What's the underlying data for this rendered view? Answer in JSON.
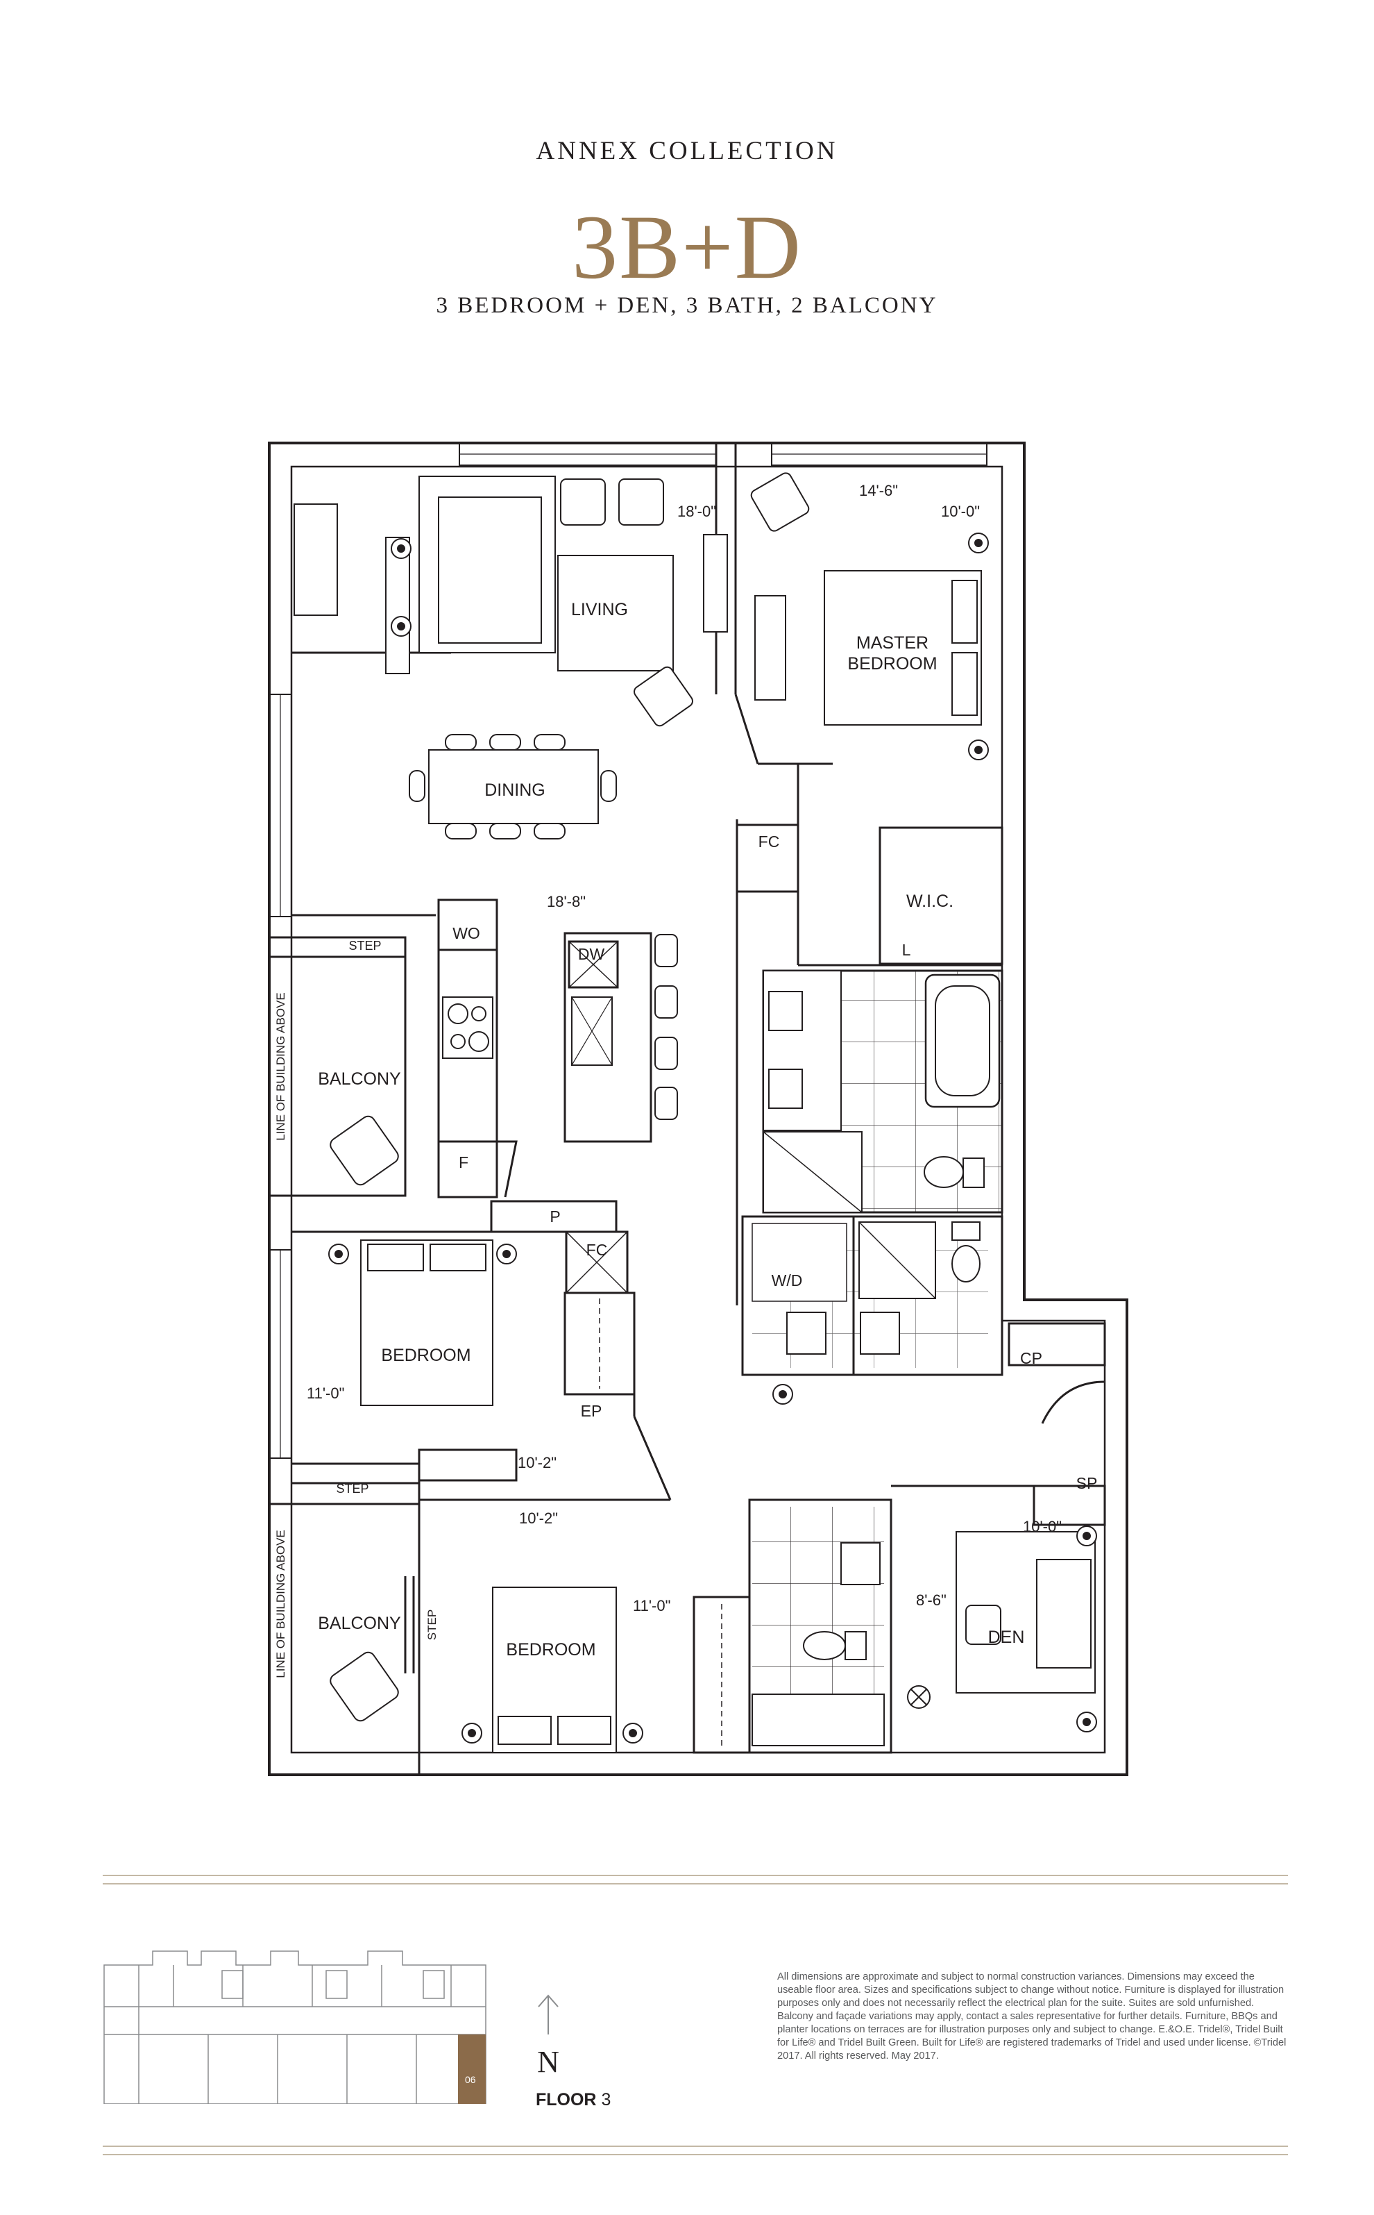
{
  "header": {
    "collection": "ANNEX COLLECTION",
    "unit_code": "3B+D",
    "description": "3 BEDROOM + DEN, 3 BATH, 2 BALCONY"
  },
  "rooms": {
    "living": "LIVING",
    "master_line1": "MASTER",
    "master_line2": "BEDROOM",
    "dining": "DINING",
    "wic": "W.I.C.",
    "balcony_upper": "BALCONY",
    "balcony_lower": "BALCONY",
    "bedroom_mid": "BEDROOM",
    "bedroom_lower": "BEDROOM",
    "den": "DEN"
  },
  "labels": {
    "fc_top": "FC",
    "fc_mid": "FC",
    "wo": "WO",
    "dw": "DW",
    "f": "F",
    "p": "P",
    "l": "L",
    "wd": "W/D",
    "ep": "EP",
    "cp": "CP",
    "sp": "SP",
    "step_upper": "STEP",
    "step_lower": "STEP",
    "step_vertical": "STEP",
    "line_building_upper": "LINE OF BUILDING ABOVE",
    "line_building_lower": "LINE OF BUILDING ABOVE"
  },
  "dimensions": {
    "living_width": "18'-0\"",
    "master_width": "14'-6\"",
    "master_depth": "10'-0\"",
    "kitchen": "18'-8\"",
    "bedroom_mid_depth": "11'-0\"",
    "bedroom_mid_width": "10'-2\"",
    "bedroom_lower_width": "10'-2\"",
    "bedroom_lower_depth": "11'-0\"",
    "den_width": "8'-6\"",
    "den_depth": "10'-0\""
  },
  "key_plan": {
    "unit_number": "06",
    "highlight_color": "#8b6b4a"
  },
  "north_label": "N",
  "floor": {
    "label": "FLOOR",
    "number": "3"
  },
  "disclaimer": "All dimensions are approximate and subject to normal construction variances. Dimensions may exceed the useable floor area. Sizes and specifications subject to change without notice. Furniture is displayed for illustration purposes only and does not necessarily reflect the electrical plan for the suite. Suites are sold unfurnished. Balcony and façade variations may apply, contact a sales representative for further details. Furniture, BBQs and planter locations on terraces are for illustration purposes only and subject to change. E.&O.E. Tridel®, Tridel Built for Life® and Tridel Built Green. Built for Life® are registered trademarks of Tridel and used under license. ©Tridel 2017. All rights reserved. May 2017.",
  "colors": {
    "accent": "#9a7b54",
    "line": "#231f20",
    "rule": "#c4b9a6"
  }
}
